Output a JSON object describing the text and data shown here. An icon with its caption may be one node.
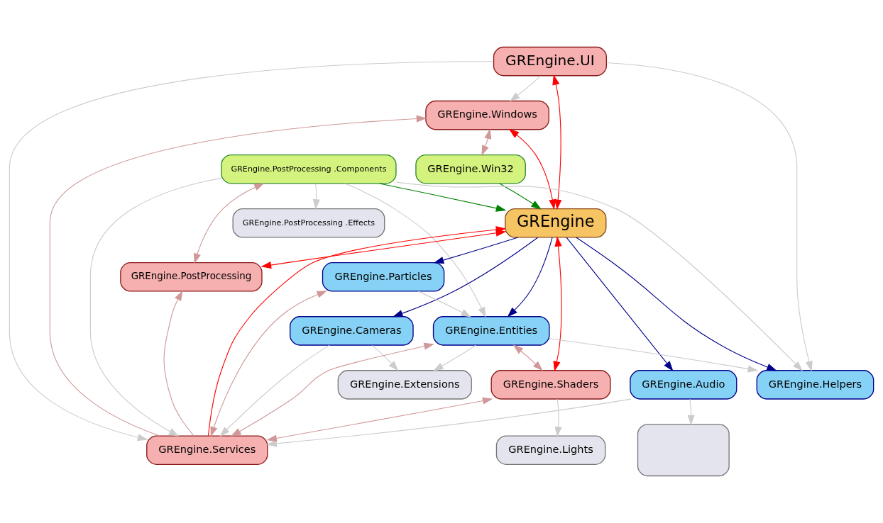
{
  "diagram": {
    "nodes": [
      {
        "text": [
          "GREngine.UI"
        ]
      },
      {
        "text": [
          "GREngine.Windows"
        ]
      },
      {
        "text": [
          "GREngine.Win32"
        ]
      },
      {
        "text": [
          "GREngine.PostProcessing .Components"
        ]
      },
      {
        "text": [
          "GREngine"
        ]
      },
      {
        "text": [
          "GREngine.PostProcessing .Effects"
        ]
      },
      {
        "text": [
          "GREngine.Particles"
        ]
      },
      {
        "text": [
          "GREngine.PostProcessing"
        ]
      },
      {
        "text": [
          "GREngine.Cameras"
        ]
      },
      {
        "text": [
          "GREngine.Entities"
        ]
      },
      {
        "text": [
          "GREngine.Audio"
        ]
      },
      {
        "text": [
          "GREngine.Shaders"
        ]
      },
      {
        "text": [
          "GREngine.Extensions"
        ]
      },
      {
        "text": [
          "GREngine.Helpers"
        ]
      },
      {
        "text": [],
        "shape": "box"
      },
      {
        "text": [
          "GREngine.Lights"
        ]
      },
      {
        "text": [
          "GREngine.Services"
        ]
      }
    ],
    "edges": [
      {
        "from": 0,
        "to": 1,
        "arrow": "to"
      },
      {
        "from": 4,
        "to": 0,
        "arrow": "both",
        "color": "#ff0000"
      },
      {
        "from": 0,
        "to": 13,
        "arrow": "to"
      },
      {
        "from": 0,
        "to": 16,
        "arrow": "to"
      },
      {
        "from": 1,
        "to": 4,
        "arrow": "both",
        "color": "#ff0000"
      },
      {
        "from": 2,
        "to": 1,
        "arrow": "both",
        "color": "#d09898"
      },
      {
        "from": 16,
        "to": 1,
        "arrow": "to",
        "color": "#d09898"
      },
      {
        "from": 2,
        "to": 4,
        "arrow": "to",
        "color": "#008000"
      },
      {
        "from": 3,
        "to": 4,
        "arrow": "to",
        "color": "#008000"
      },
      {
        "from": 3,
        "to": 7,
        "arrow": "both",
        "color": "#d09898"
      },
      {
        "from": 3,
        "to": 5,
        "arrow": "to"
      },
      {
        "from": 3,
        "to": 9,
        "arrow": "to"
      },
      {
        "from": 3,
        "to": 13,
        "arrow": "to"
      },
      {
        "from": 3,
        "to": 16,
        "arrow": "to"
      },
      {
        "from": 4,
        "to": 7,
        "arrow": "both",
        "color": "#ff0000"
      },
      {
        "from": 4,
        "to": 6,
        "arrow": "to",
        "color": "#00008b"
      },
      {
        "from": 4,
        "to": 8,
        "arrow": "to",
        "color": "#00008b"
      },
      {
        "from": 4,
        "to": 9,
        "arrow": "to",
        "color": "#00008b"
      },
      {
        "from": 4,
        "to": 13,
        "arrow": "to",
        "color": "#00008b"
      },
      {
        "from": 4,
        "to": 10,
        "arrow": "to",
        "color": "#00008b"
      },
      {
        "from": 4,
        "to": 11,
        "arrow": "both",
        "color": "#ff0000"
      },
      {
        "from": 16,
        "to": 4,
        "arrow": "to",
        "color": "#ff0000"
      },
      {
        "from": 6,
        "to": 9,
        "arrow": "to"
      },
      {
        "from": 6,
        "to": 16,
        "arrow": "both",
        "color": "#d09898"
      },
      {
        "from": 8,
        "to": 12,
        "arrow": "to"
      },
      {
        "from": 8,
        "to": 16,
        "arrow": "to"
      },
      {
        "from": 9,
        "to": 11,
        "arrow": "both",
        "color": "#d09898"
      },
      {
        "from": 9,
        "to": 12,
        "arrow": "to"
      },
      {
        "from": 9,
        "to": 13,
        "arrow": "to"
      },
      {
        "from": 9,
        "to": 16,
        "arrow": "both",
        "color": "#d09898"
      },
      {
        "from": 16,
        "to": 7,
        "arrow": "to",
        "color": "#d09898"
      },
      {
        "from": 10,
        "to": 14,
        "arrow": "to"
      },
      {
        "from": 10,
        "to": 16,
        "arrow": "to"
      },
      {
        "from": 11,
        "to": 15,
        "arrow": "to"
      },
      {
        "from": 11,
        "to": 16,
        "arrow": "both",
        "color": "#d09898"
      }
    ]
  }
}
